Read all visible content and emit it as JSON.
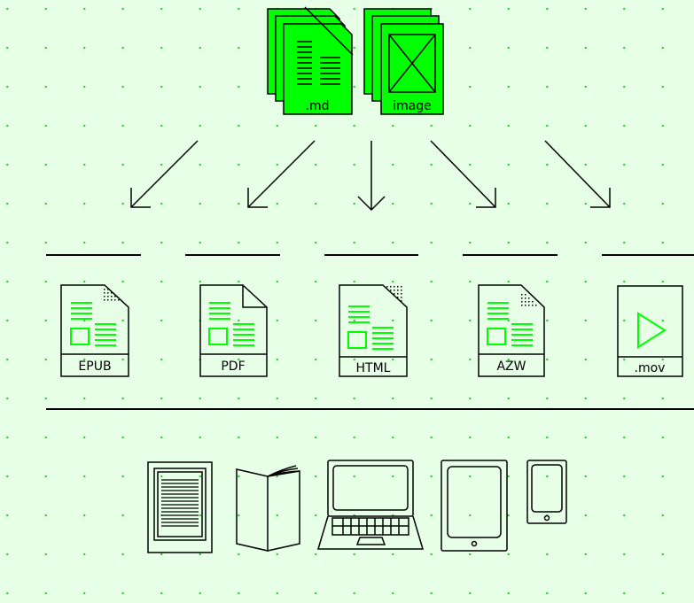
{
  "colors": {
    "background": "#e6ffe6",
    "accent": "#00ff00",
    "ink": "#000000",
    "dots": "#33cc33"
  },
  "sources": [
    {
      "label": ".md",
      "icon": "markdown-stack-icon"
    },
    {
      "label": "image",
      "icon": "image-stack-icon"
    }
  ],
  "outputs": [
    {
      "label": "EPUB",
      "icon": "epub-file-icon"
    },
    {
      "label": "PDF",
      "icon": "pdf-file-icon"
    },
    {
      "label": "HTML",
      "icon": "html-file-icon"
    },
    {
      "label": "AZW",
      "icon": "azw-file-icon"
    },
    {
      "label": ".mov",
      "icon": "mov-file-icon"
    }
  ],
  "devices": [
    {
      "icon": "ereader-icon"
    },
    {
      "icon": "printed-book-icon"
    },
    {
      "icon": "laptop-icon"
    },
    {
      "icon": "tablet-icon"
    },
    {
      "icon": "phone-icon"
    }
  ]
}
